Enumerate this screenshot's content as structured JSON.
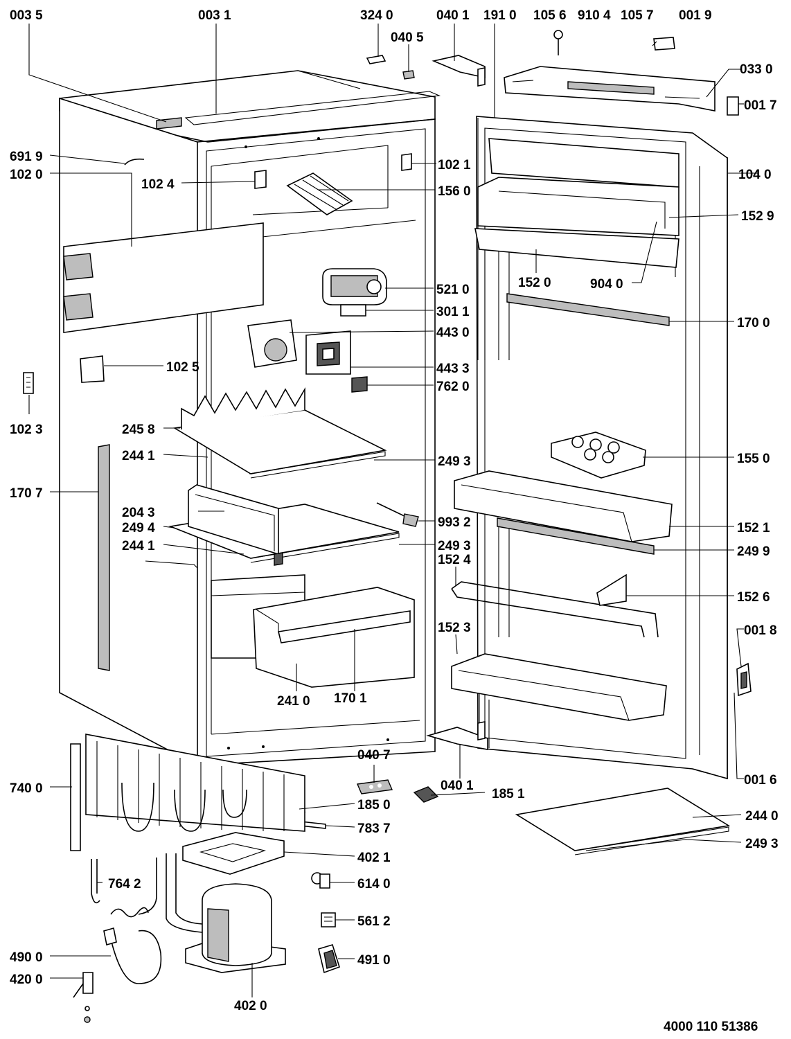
{
  "diagram_id": "4000 110 51386",
  "labels": {
    "l0035": "003 5",
    "l0031": "003 1",
    "l3240": "324 0",
    "l0405": "040 5",
    "l0401a": "040 1",
    "l1910": "191 0",
    "l1056": "105 6",
    "l9104": "910 4",
    "l1057": "105 7",
    "l0019": "001 9",
    "l0330": "033 0",
    "l0017": "001 7",
    "l6919": "691 9",
    "l1020": "102 0",
    "l1024": "102 4",
    "l1021": "102 1",
    "l1560": "156 0",
    "l1040": "104 0",
    "l1529": "152 9",
    "l1520": "152 0",
    "l9040": "904 0",
    "l5210": "521 0",
    "l3011": "301 1",
    "l1700": "170 0",
    "l4430": "443 0",
    "l1025": "102 5",
    "l4433": "443 3",
    "l7620": "762 0",
    "l1023": "102 3",
    "l2458": "245 8",
    "l2441a": "244 1",
    "l1550": "155 0",
    "l2493a": "249 3",
    "l1707": "170 7",
    "l2043": "204 3",
    "l2494": "249 4",
    "l9932": "993 2",
    "l1521": "152 1",
    "l2441b": "244 1",
    "l2493b": "249 3",
    "l2499": "249 9",
    "l1524": "152 4",
    "l1526": "152 6",
    "l1523": "152 3",
    "l0018": "001 8",
    "l2410": "241 0",
    "l1701": "170 1",
    "l0407": "040 7",
    "l0401b": "040 1",
    "l1851": "185 1",
    "l0016": "001 6",
    "l7400": "740 0",
    "l1850": "185 0",
    "l2440": "244 0",
    "l7837": "783 7",
    "l2493c": "249 3",
    "l4021": "402 1",
    "l7642": "764 2",
    "l6140": "614 0",
    "l5612": "561 2",
    "l4900": "490 0",
    "l4910": "491 0",
    "l4200": "420 0",
    "l4020": "402 0"
  }
}
